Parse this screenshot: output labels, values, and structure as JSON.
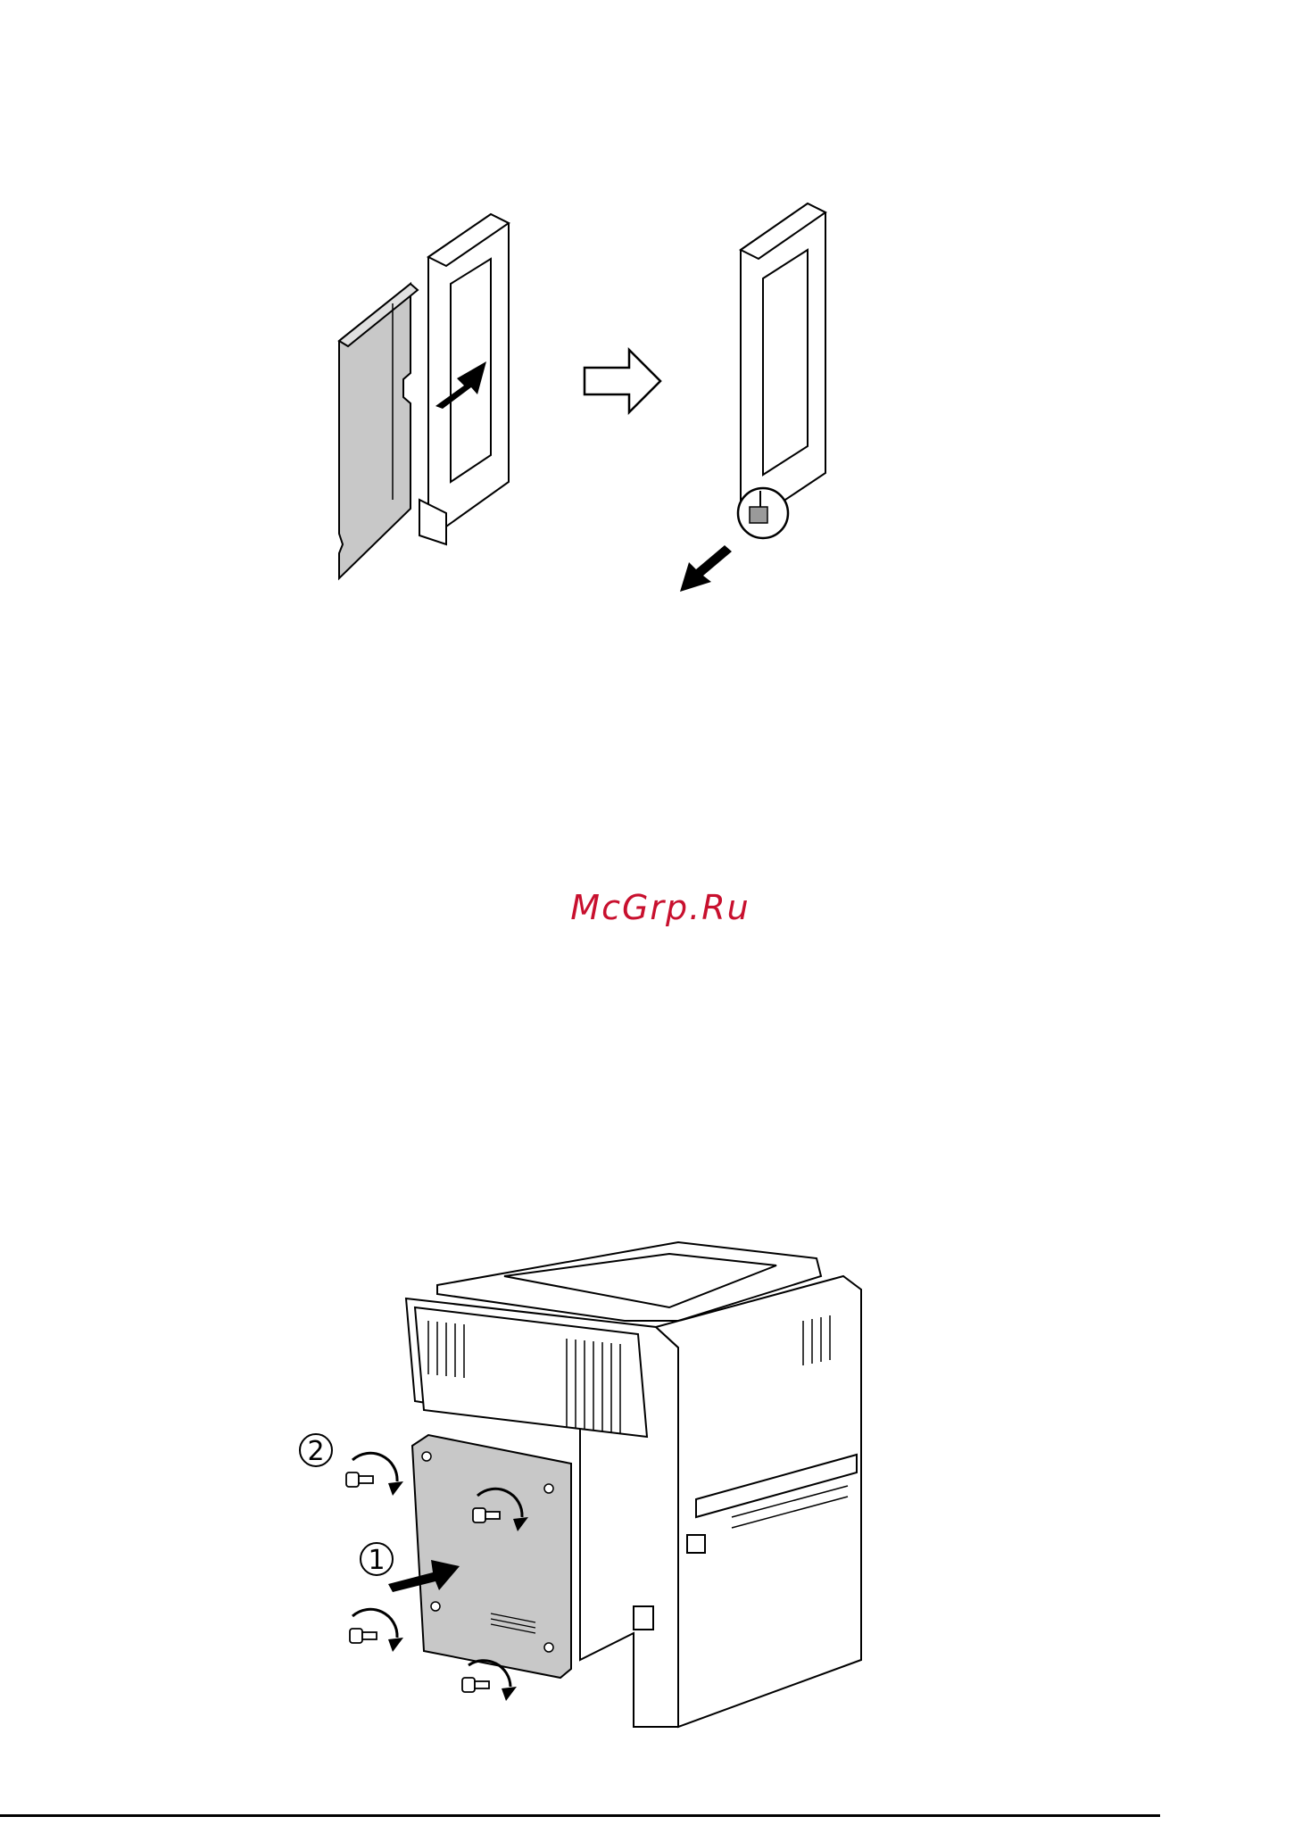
{
  "watermark": {
    "text": "McGrp.Ru",
    "color": "#c8102e"
  },
  "figures": [
    {
      "id": "memory-module-install",
      "callouts": []
    },
    {
      "id": "printer-rear-cover-install",
      "callouts": [
        "2",
        "1"
      ]
    }
  ],
  "colors": {
    "panel_fill": "#c8c8c8",
    "line": "#000000",
    "paper": "#ffffff"
  }
}
